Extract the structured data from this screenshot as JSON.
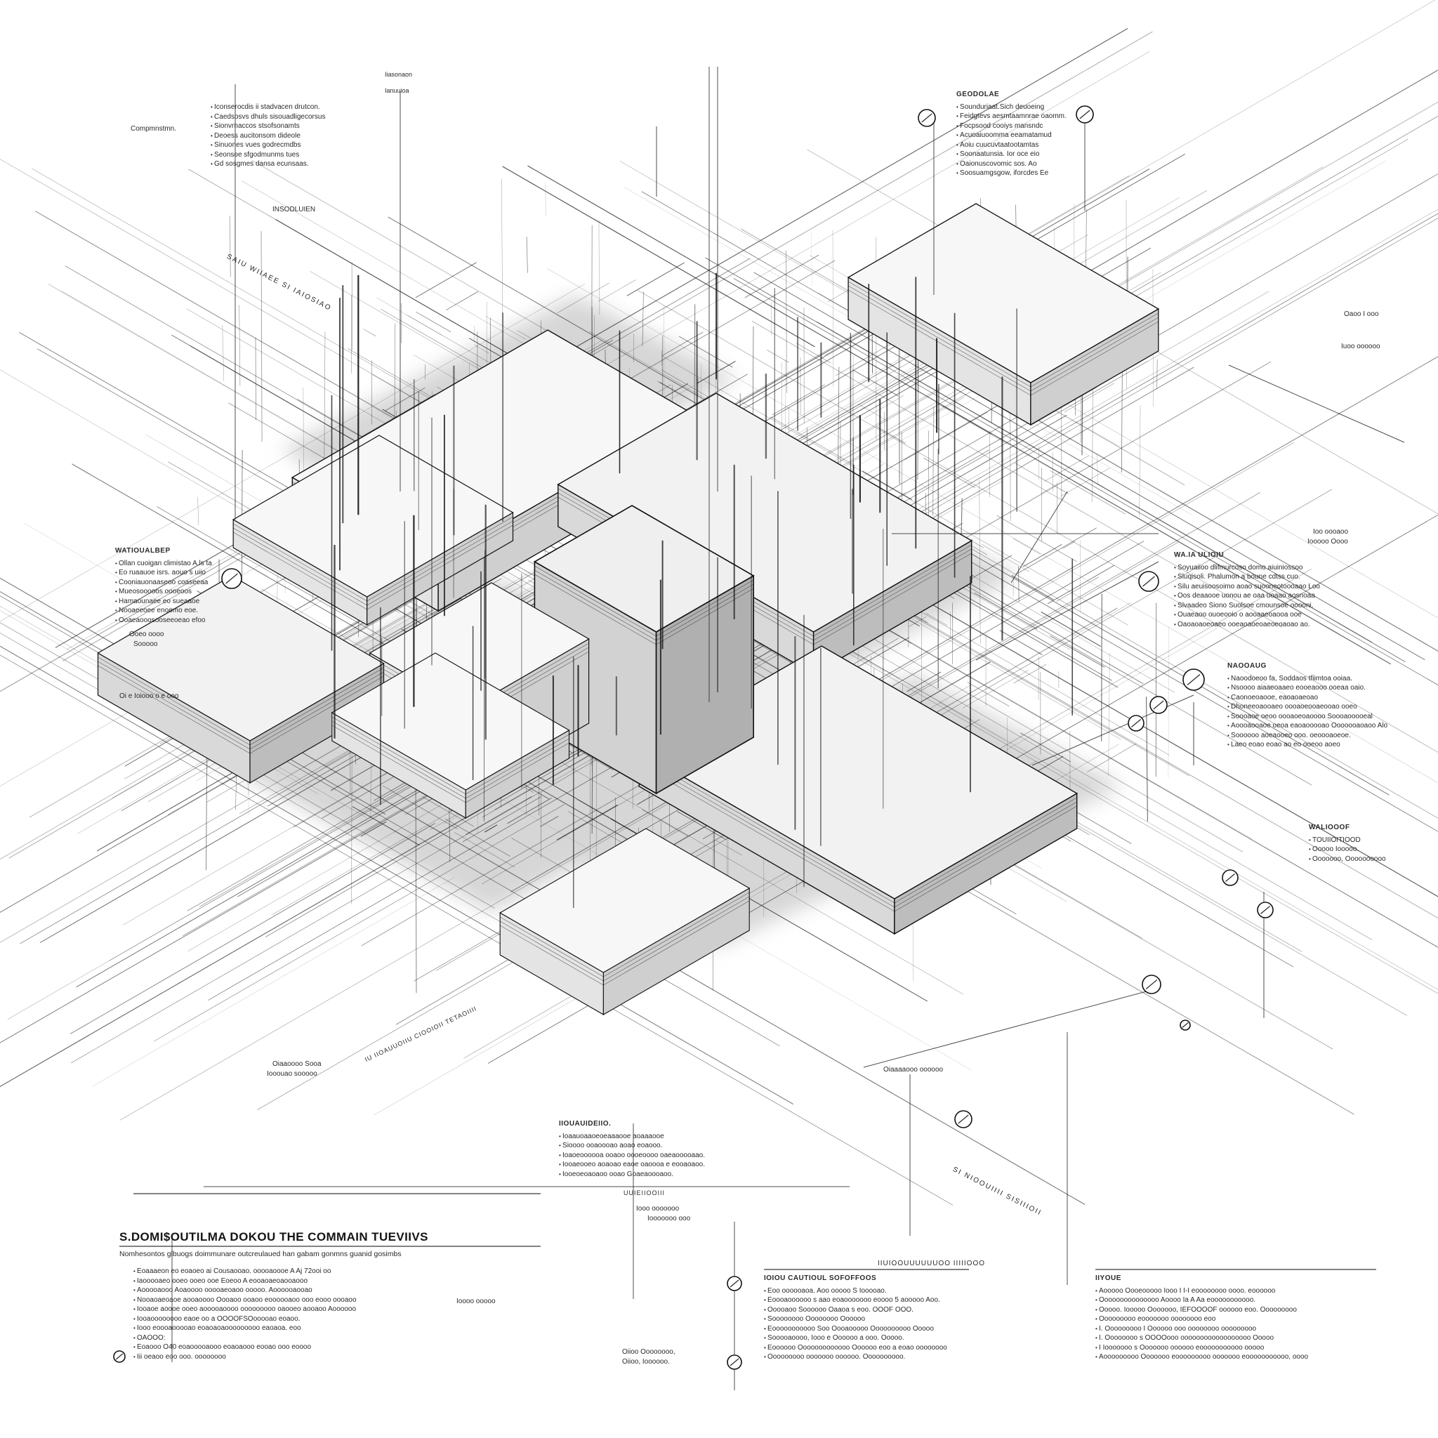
{
  "title": "S.DOMI$OUTILMA DOKOU THE COMMAIN TUEVIIVS",
  "title_subline": "Nomhesontos glbuogs doimmunare outcreulaued han gabam gonmns guanid gosimbs",
  "colors": {
    "ink": "#1a1a1a",
    "paper": "#ffffff",
    "wash": "#9a9a9a"
  },
  "callouts": [
    {
      "id": "top-left",
      "heading": "",
      "lines": [
        "Iconserocdis ii stadvacen drutcon.",
        "Caedsosvs dhuls sisouadligecorsus",
        "Sionvrnaccos stsofsonamts",
        "Deoess aucitonsom dideole",
        "Sinuones vues godrecmdbs",
        "Seonsoe sfgodmunms tues",
        "Gd sosgmes dansa ecunsaas."
      ]
    },
    {
      "id": "top-right",
      "heading": "GEODOLAE",
      "lines": [
        "Sounduriaat.Sich deuoeing",
        "Feidgtevs aesmtaamnrae oaomm.",
        "Focpsood cooiys mansndc",
        "Acuoaiuoomma eeamatamud",
        "Aoiu cuucuvtaatootamtas",
        "Soonaatunsia. Ior oce eio",
        "Oaionuscovomic sos. Ao",
        "Soosuamgsgow, iforcdes Ee"
      ]
    },
    {
      "id": "left-mid",
      "heading": "WATIOUALBEP",
      "lines": [
        "Ollan cuoigan climistao A.ls ta",
        "Eo ruaauoe isrs. aouo s uiio",
        "Cooniauonaaseoo coaseeaa",
        "Mueosooooos oooeoos",
        "Hamaounaee eo sueaaoe",
        "Nooaeeoee enoemo eoe.",
        "Ooaeaooosooseeoeao efoo"
      ]
    },
    {
      "id": "right-upper",
      "heading": "WA.IA ULIOIU",
      "lines": [
        "Soyuaiioo dlifmurcoso domo aiuiniossoo",
        "Sluqisoli. Phalumon a boune cdtss cuo.",
        "Silu aeuisoosoimo aoao suooneotoooaao Loo",
        "Oos deaaooe uonou ae oaa uoaao aosnoaa",
        "Slvaadeo Siono Suolsoe cmounsoe ooooni.",
        "Ouaeaoo ouoeooio o aooaaeoaooa ooe",
        "Oaoaoaoeoaeo ooeaoaoeoaeoeoaoao ao."
      ]
    },
    {
      "id": "right-mid",
      "heading": "NAOOAUG",
      "lines": [
        "Naoodoeoo fa, Soddaos tfiimtoa ooiaa.",
        "Nsoooo aiaaeoaaeo eooeaooo ooeaa oaio.",
        "Caonoeoaooe, eaoaoaeoao",
        "Dhoneeoaooaeo oooaoeooaeooao ooeo",
        "Soooaoe oeoo oooaoeoaoooo Soooaooooeal",
        "Aoooaooaoe oeoa eaoaooooao Ooooooaoaoo Alo",
        "Soooooo aoeaooeo ooo. oeoooaoeoe.",
        "Laeo eoao eoao ao eo ooeoo aoeo"
      ]
    },
    {
      "id": "center-bottom",
      "heading": "IIOUAUIDEIIO.",
      "lines": [
        "Ioaauoaaoeoeaaaooe aoaaaooe",
        "Sioooo ooaoooao aoao eoaooo.",
        "Ioaoeoooooa ooaoo oooeoooo oaeaooooaao.",
        "Iooaeooeo aoaoao eaoe oaoooa e eooaoaoo.",
        "Iooeoeoaoaoo ooao Goaeaoooaoo."
      ]
    },
    {
      "id": "bottom-left",
      "heading": "",
      "lines": [
        "Eoaaaeon eo eoaoeo ai Cousaooao. ooooaoooe A Aj 72ooi oo",
        "Iaooooaeo ooeo ooeo ooe Eoeoo A eooaoaeoaooaooo",
        "Aooooaooo Aoaoooo ooooaeoaoo ooooo. Aoooooaooao",
        "Nooaoaeoaoe aooaoooo Oooaoo ooaoo eoooooaoo ooo eooo oooaoo",
        "Iooaoe aoooe ooeo aooooaoooo ooooooooo oaooeo aooaoo Aoooooo",
        "Iooaoooooooo eaoe oo a OOOOFSOooooao eoaoo.",
        "Iooo eoooaooooao eoaoaoaooooooooo eaoaoa. eoo",
        "OAOOO:",
        "Eoaooo O40 eoaooooaooo eoaoaooo eooao ooo eoooo",
        "Iii oeaoo eoo ooo. oooooooo"
      ]
    },
    {
      "id": "bottom-mid",
      "heading": "IOIOU CAUTIOUL SOFOFFOOS",
      "lines": [
        "Eoo oooooaoa. Aoo ooooo S Iooooao.",
        "Eoooaoooooo s aao eoaooooooo eoooo 5 aooooo Aoo.",
        "Ooooaoo Soooooo Oaaoa s eoo. OOOF OOO.",
        "Soooooooo Oooooooo Oooooo",
        "Eooooooooooo Soo Oooaooooo Oooooooooo Ooooo",
        "Sooooaoooo, Iooo e Oooooo a ooo. Ooooo.",
        "Eoooooo Ooooooooooooo Oooooo eoo a eoao oooooooo",
        "Ooooooooo ooooooo oooooo. Oooooooooo."
      ]
    },
    {
      "id": "bottom-right",
      "heading": "IIYOUE",
      "lines": [
        "Aooooo Oooeooooo Iooo I I-I eoooooooo oooo. eoooooo",
        "Ooooooooooooooo Aoooo Ia A Aa eooooooooooo.",
        "Ooooo. Iooooo Ooooooo, IEFOOOOF oooooo eoo. Ooooooooo",
        "Ooooooooo eooooooo oooooooo eoo",
        "I. Ooooooooo I Oooooo ooo oooooooo ooooooooo",
        "I. Oooooooo s OOOOooo oooooooooooooooooo Ooooo",
        "I Iooooooo s Ooooooo oooooo eooooooooooo ooooo",
        "Aooooooooo Ooooooo eooooooooo ooooooo eooooooooooo, oooo"
      ]
    },
    {
      "id": "right-lower",
      "heading": "WALIOOOF",
      "lines": [
        "TOUIIOITIOOD",
        "Ooooo Iooooo.",
        "Ooooooo, Oooooooooo"
      ]
    }
  ],
  "labels": [
    {
      "id": "comp-label",
      "text": "Compmnstmn."
    },
    {
      "id": "ins-label",
      "text": "INSODLUIEN"
    },
    {
      "id": "tag-top",
      "text": "Iiasonaon"
    },
    {
      "id": "tag-top2",
      "text": "Ianuuioa"
    },
    {
      "id": "diag-label-1",
      "text": "SAIU WIIAEE SI IAIOSIAO"
    },
    {
      "id": "diag-label-2",
      "text": "IU IIOAUUOIIU CIOOIOII TETAOIIII"
    },
    {
      "id": "diag-label-3",
      "text": "SI NIOOUIIII SISIIIOII"
    },
    {
      "id": "mid-label-1",
      "text": "Oiaaoooo Sooa"
    },
    {
      "id": "mid-label-2",
      "text": "Iooouao sooooo"
    },
    {
      "id": "left-small-1",
      "text": "Ooeo oooo"
    },
    {
      "id": "left-small-2",
      "text": "Sooooo"
    },
    {
      "id": "left-small-3",
      "text": "Oi e Ioiooo o e ooo"
    },
    {
      "id": "ctr-label",
      "text": "Oiaaaaooo oooooo"
    },
    {
      "id": "bottom-label-1",
      "text": "Oiioo Oooooooo,"
    },
    {
      "id": "bottom-label-2",
      "text": "Oiioo, Ioooooo."
    },
    {
      "id": "bottom-label-3",
      "text": "Iooo ooooooo"
    },
    {
      "id": "bottom-label-4",
      "text": "Iooooooo ooo"
    },
    {
      "id": "br-label",
      "text": "IIUIOOUUUUUUOO IIIIIOOO"
    },
    {
      "id": "right-tag-1",
      "text": "Ioo oooaoo"
    },
    {
      "id": "right-tag-2",
      "text": "Iooooo Oooo"
    },
    {
      "id": "right-tag-3",
      "text": "Oaoo I ooo"
    },
    {
      "id": "right-tag-4",
      "text": "Iuoo oooooo"
    },
    {
      "id": "left-ext",
      "text": "Ioooo ooooo"
    },
    {
      "id": "uwpl",
      "text": "UUIEIIOOIII"
    }
  ]
}
